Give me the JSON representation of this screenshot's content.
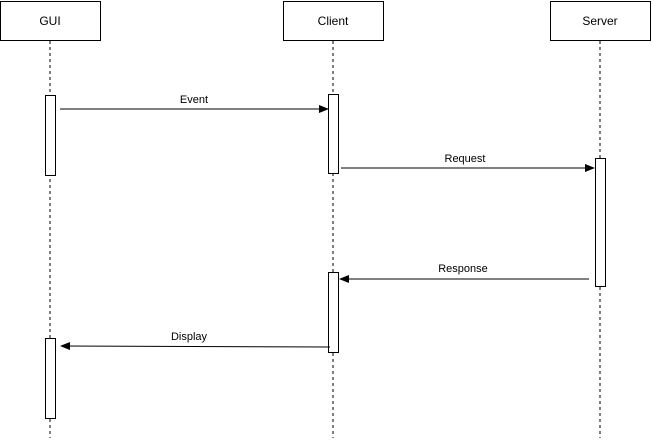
{
  "participants": [
    {
      "id": "gui",
      "label": "GUI"
    },
    {
      "id": "client",
      "label": "Client"
    },
    {
      "id": "server",
      "label": "Server"
    }
  ],
  "messages": [
    {
      "id": "event",
      "label": "Event",
      "from": "gui",
      "to": "client"
    },
    {
      "id": "request",
      "label": "Request",
      "from": "client",
      "to": "server"
    },
    {
      "id": "response",
      "label": "Response",
      "from": "server",
      "to": "client"
    },
    {
      "id": "display",
      "label": "Display",
      "from": "client",
      "to": "gui"
    }
  ],
  "colors": {
    "line": "#000000",
    "box_fill": "#ffffff"
  }
}
